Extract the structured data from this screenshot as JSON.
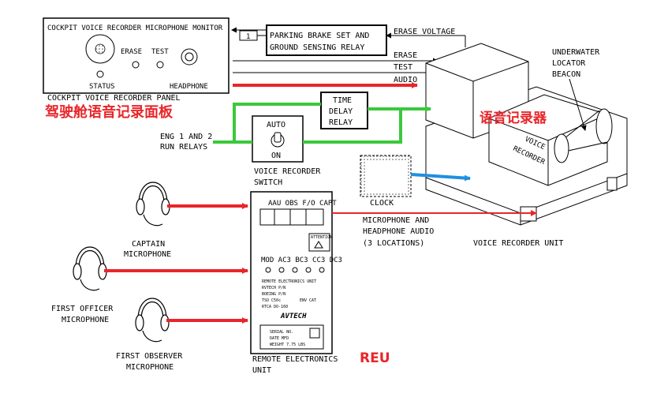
{
  "panel": {
    "title": "COCKPIT VOICE RECORDER MICROPHONE MONITOR",
    "erase": "ERASE",
    "test": "TEST",
    "status": "STATUS",
    "headphone": "HEADPHONE",
    "caption": "COCKPIT VOICE RECORDER PANEL",
    "caption_cn": "驾驶舱语音记录面板"
  },
  "relay": {
    "tag": "1",
    "line1": "PARKING BRAKE SET AND",
    "line2": "GROUND SENSING RELAY"
  },
  "signals": {
    "erase_voltage": "ERASE VOLTAGE",
    "erase": "ERASE",
    "test": "TEST",
    "audio": "AUDIO"
  },
  "time_delay": {
    "line1": "TIME",
    "line2": "DELAY",
    "line3": "RELAY"
  },
  "eng": {
    "line1": "ENG 1 AND 2",
    "line2": "RUN RELAYS"
  },
  "switch": {
    "auto": "AUTO",
    "on": "ON",
    "caption1": "VOICE RECORDER",
    "caption2": "SWITCH"
  },
  "recorder": {
    "cn": "语音记录器",
    "beacon1": "UNDERWATER",
    "beacon2": "LOCATOR",
    "beacon3": "BEACON",
    "body1": "VOICE",
    "body2": "RECORDER",
    "caption": "VOICE RECORDER UNIT"
  },
  "clock": "CLOCK",
  "mic_audio": {
    "line1": "MICROPHONE AND",
    "line2": "HEADPHONE AUDIO",
    "line3": "(3 LOCATIONS)"
  },
  "headsets": {
    "captain1": "CAPTAIN",
    "captain2": "MICROPHONE",
    "fo1": "FIRST OFFICER",
    "fo2": "MICROPHONE",
    "fobs1": "FIRST OBSERVER",
    "fobs2": "MICROPHONE"
  },
  "reu": {
    "top_labels": "AAU  OBS  F/O  CAPT",
    "mid_labels": "MOD AC3 BC3 CC3 DC3",
    "attention": "ATTENTION",
    "info1": "REMOTE ELECTRONICS UNIT",
    "info2": "RVTECH P/N",
    "info3": "BOEING P/N",
    "info4": "TSO C50c",
    "info5": "RTCA DO-160",
    "info6": "ENV CAT",
    "brand": "AVTECH",
    "serial1": "SERIAL NO.",
    "serial2": "DATE MFD",
    "serial3": "WEIGHT 7.75 LBS",
    "caption1": "REMOTE ELECTRONICS",
    "caption2": "UNIT",
    "cn": "REU"
  },
  "colors": {
    "red": "#e8262a",
    "green": "#3cc83c",
    "blue": "#1f8fe0",
    "black": "#000000"
  }
}
